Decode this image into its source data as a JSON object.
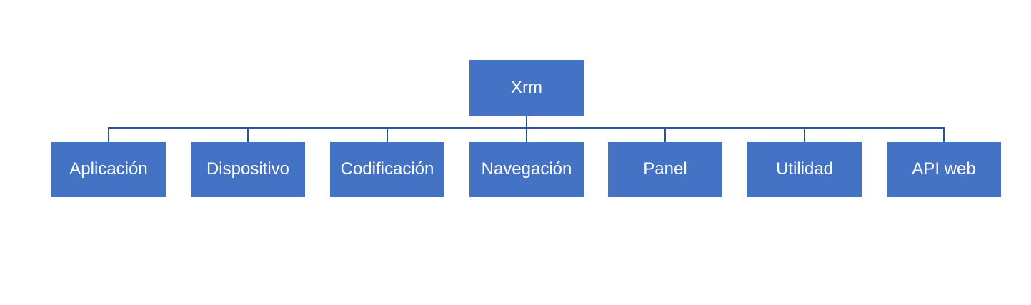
{
  "colors": {
    "node-fill": "#4472C4",
    "node-text": "#FFFFFF",
    "connector": "#2F5496"
  },
  "diagram": {
    "type": "hierarchy",
    "root": {
      "label": "Xrm"
    },
    "children": [
      {
        "label": "Aplicación"
      },
      {
        "label": "Dispositivo"
      },
      {
        "label": "Codificación"
      },
      {
        "label": "Navegación"
      },
      {
        "label": "Panel"
      },
      {
        "label": "Utilidad"
      },
      {
        "label": "API web"
      }
    ]
  }
}
